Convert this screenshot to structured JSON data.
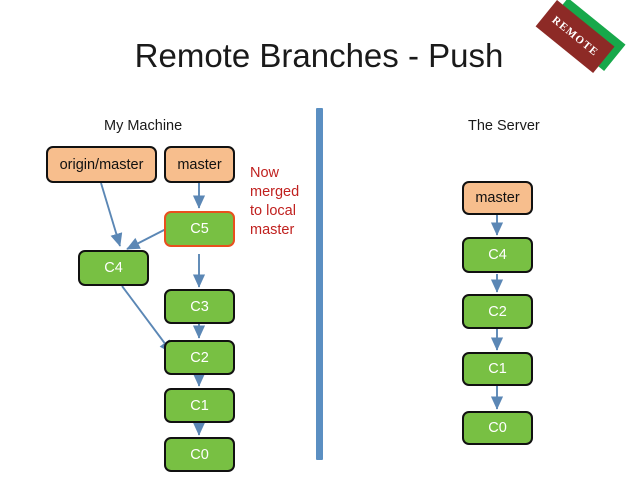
{
  "slide": {
    "title": "Remote Branches - Push",
    "background": "#ffffff"
  },
  "stamp": {
    "label": "REMOTE",
    "red": "#8d2a26",
    "green": "#17a84a"
  },
  "columns": {
    "left_label": "My Machine",
    "right_label": "The Server"
  },
  "divider": {
    "color": "#5b8fc2"
  },
  "colors": {
    "commit_fill": "#78c043",
    "branch_fill": "#f7be8d",
    "node_border": "#111111",
    "highlight_border": "#e8501e",
    "arrow": "#5b87b5",
    "note_text": "#c0211f",
    "title_text": "#1a1a1a"
  },
  "annotation": {
    "lines": [
      "Now",
      "merged",
      "to local",
      "master"
    ],
    "text": "Now merged to local master"
  },
  "local": {
    "branches": [
      {
        "name": "origin-master",
        "label": "origin/master"
      },
      {
        "name": "master",
        "label": "master"
      }
    ],
    "commits": [
      {
        "name": "c5",
        "label": "C5",
        "highlighted": true
      },
      {
        "name": "c4",
        "label": "C4",
        "highlighted": false
      },
      {
        "name": "c3",
        "label": "C3",
        "highlighted": false
      },
      {
        "name": "c2",
        "label": "C2",
        "highlighted": false
      },
      {
        "name": "c1",
        "label": "C1",
        "highlighted": false
      },
      {
        "name": "c0",
        "label": "C0",
        "highlighted": false
      }
    ]
  },
  "server": {
    "branches": [
      {
        "name": "master",
        "label": "master"
      }
    ],
    "commits": [
      {
        "name": "c4",
        "label": "C4"
      },
      {
        "name": "c2",
        "label": "C2"
      },
      {
        "name": "c1",
        "label": "C1"
      },
      {
        "name": "c0",
        "label": "C0"
      }
    ]
  }
}
